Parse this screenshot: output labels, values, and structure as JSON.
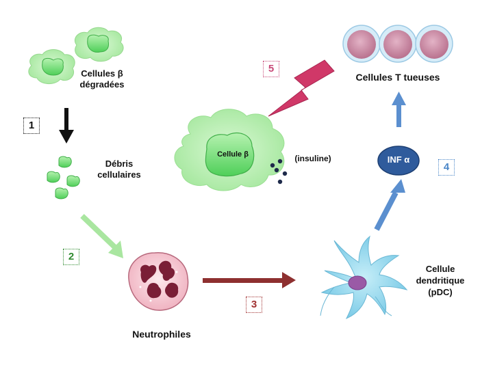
{
  "labels": {
    "beta_degraded_line1": "Cellules β",
    "beta_degraded_line2": "dégradées",
    "debris_line1": "Débris",
    "debris_line2": "cellulaires",
    "neutrophils": "Neutrophiles",
    "dendritic_line1": "Cellule",
    "dendritic_line2": "dendritique",
    "dendritic_line3": "(pDC)",
    "beta_cell": "Cellule β",
    "insulin": "(insuline)",
    "inf_alpha": "INF α",
    "t_cells": "Cellules T tueuses"
  },
  "steps": {
    "s1": "1",
    "s2": "2",
    "s3": "3",
    "s4": "4",
    "s5": "5"
  },
  "colors": {
    "arrow_black": "#111111",
    "arrow_green": "#a9e6a0",
    "arrow_red": "#8e3030",
    "arrow_blue": "#5b8fcf",
    "lightning": "#d03868",
    "cloud": "#b8f0b0",
    "beta_cell": "#86e486",
    "inf_oval": "#2f5b9c",
    "t_cell_outer": "#cfe8f7",
    "t_cell_inner": "#c78aa4",
    "dendritic": "#8ed7ee",
    "neutrophil_body": "#f4c4cf",
    "neutrophil_nucleus": "#7a1e36",
    "step1": "#111111",
    "step2": "#2f8a2f",
    "step3": "#a03030",
    "step4": "#4a86c8",
    "step5": "#c84a78"
  }
}
